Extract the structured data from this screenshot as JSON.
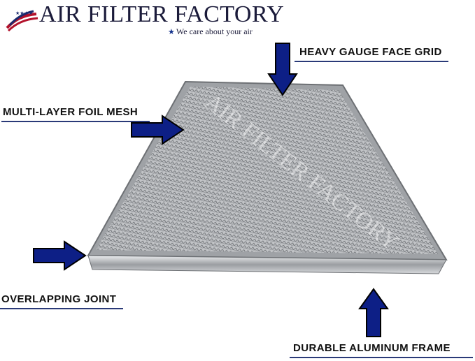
{
  "brand": {
    "name": "AIR FILTER FACTORY",
    "tagline": "We care about your air",
    "logo_icon": "flag-swoosh-logo"
  },
  "callouts": {
    "face_grid": "HEAVY GAUGE FACE GRID",
    "foil_mesh": "MULTI-LAYER FOIL MESH",
    "joint": "OVERLAPPING JOINT",
    "frame": "DURABLE ALUMINUM FRAME"
  },
  "watermark": "AIR FILTER FACTORY",
  "colors": {
    "arrow": "#0d1f86",
    "arrow_outline": "#000000",
    "underline": "#2a3a78",
    "frame": "#b9bcc0",
    "mesh": "#a9abae"
  },
  "icons": [
    "arrow-down-icon",
    "arrow-right-icon",
    "arrow-right-icon",
    "arrow-up-icon"
  ]
}
